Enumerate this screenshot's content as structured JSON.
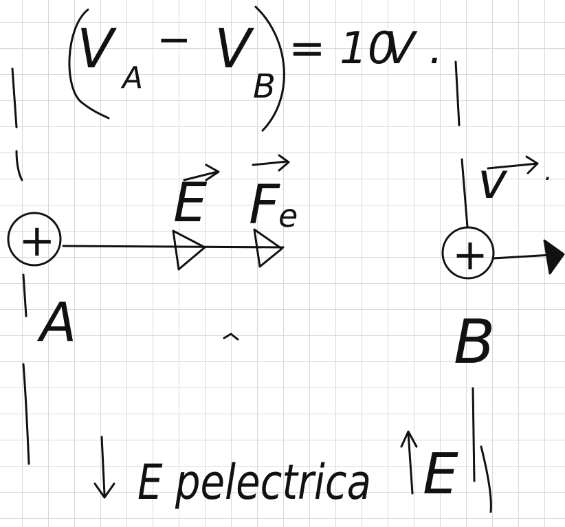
{
  "note": {
    "equation": {
      "va_letter": "V",
      "va_sub": "A",
      "minus": "−",
      "vb_letter": "V",
      "vb_sub": "B",
      "equals_value": "= 10",
      "unit": "V ."
    },
    "field_label": "E",
    "force_label": "F",
    "force_sub": "e",
    "velocity_label": "v",
    "point_a_sign": "+",
    "point_b_sign": "+",
    "point_a_label": "A",
    "point_b_label": "B",
    "bottom_left_text": "E pelectrica",
    "bottom_right_text": "E"
  },
  "colors": {
    "ink": "#111111",
    "grid": "#d8d8d8",
    "paper": "#ffffff"
  }
}
